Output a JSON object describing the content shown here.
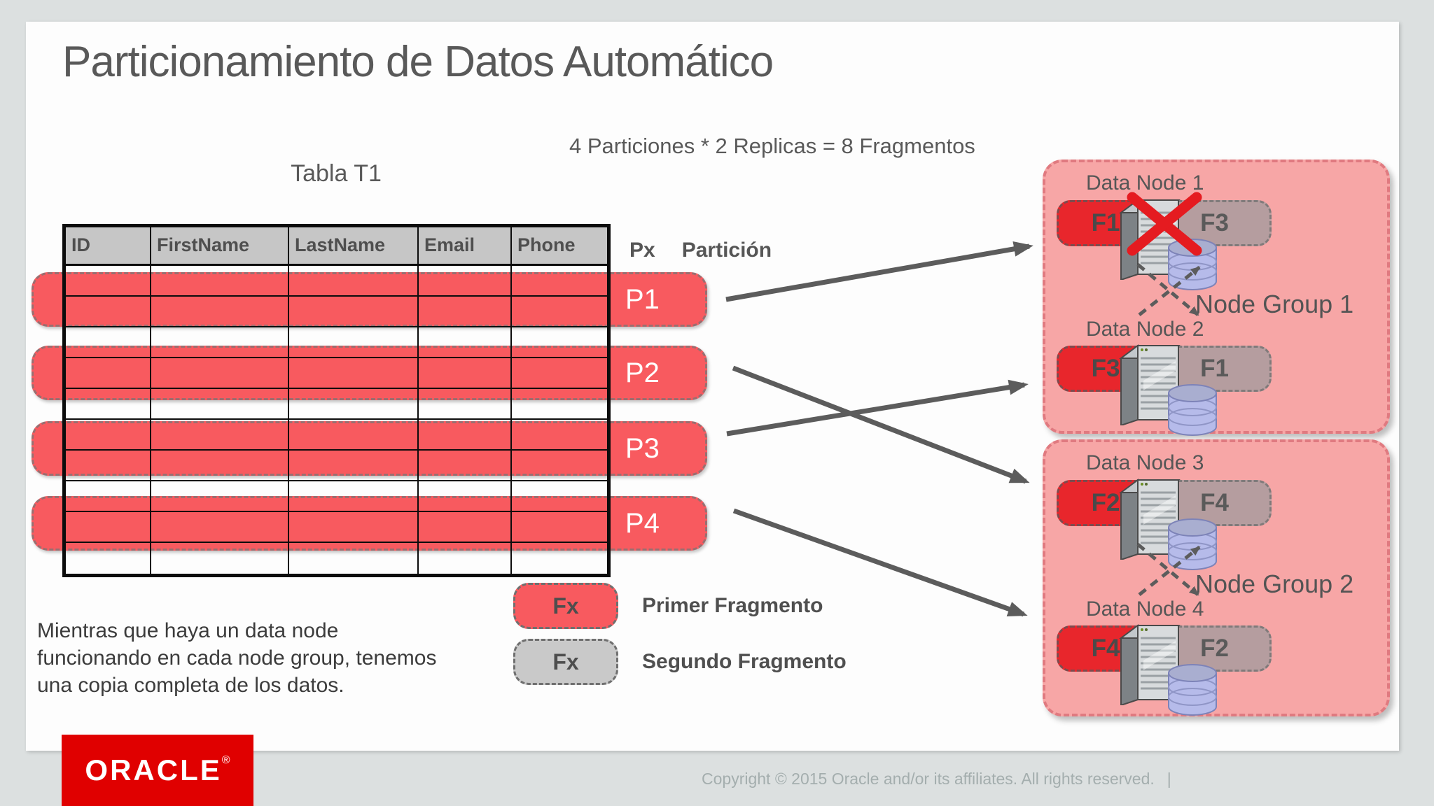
{
  "slide": {
    "title": "Particionamiento de Datos Automático",
    "subtitle": "4 Particiones * 2 Replicas = 8 Fragmentos",
    "table_caption": "Tabla T1",
    "partition_header": {
      "px": "Px",
      "label": "Partición"
    },
    "table": {
      "columns": [
        "ID",
        "FirstName",
        "LastName",
        "Email",
        "Phone"
      ],
      "body_rows": 10
    },
    "partitions": [
      "P1",
      "P2",
      "P3",
      "P4"
    ],
    "legend": [
      {
        "box": "Fx",
        "label": "Primer Fragmento",
        "swatch": "red"
      },
      {
        "box": "Fx",
        "label": "Segundo Fragmento",
        "swatch": "gray"
      }
    ],
    "note_lines": [
      "Mientras que haya un data node",
      "funcionando en cada node group, tenemos",
      "una copia completa de los datos."
    ],
    "node_groups": [
      {
        "label": "Node Group 1",
        "nodes": [
          {
            "label": "Data Node 1",
            "primary": "F1",
            "secondary": "F3",
            "failed": true
          },
          {
            "label": "Data Node 2",
            "primary": "F3",
            "secondary": "F1",
            "failed": false
          }
        ]
      },
      {
        "label": "Node Group 2",
        "nodes": [
          {
            "label": "Data Node 3",
            "primary": "F2",
            "secondary": "F4",
            "failed": false
          },
          {
            "label": "Data Node 4",
            "primary": "F4",
            "secondary": "F2",
            "failed": false
          }
        ]
      }
    ]
  },
  "footer": {
    "logo": "ORACLE",
    "registered_mark": "®",
    "copyright": "Copyright © 2015 Oracle and/or its affiliates. All rights reserved.",
    "separator": "|"
  },
  "colors": {
    "background_gray": "#dce0e0",
    "slide_white": "#fdfdfd",
    "partition_red": "#f85a5f",
    "fragment_primary_red": "#e8262c",
    "fragment_secondary_gray": "#b59d9f",
    "legend_gray": "#c9c9c9",
    "node_group_pink": "#f7a6a6",
    "arrow_gray": "#5c5c5c",
    "oracle_red": "#e00000",
    "failure_x_red": "#e51b20",
    "text_gray": "#595959"
  }
}
